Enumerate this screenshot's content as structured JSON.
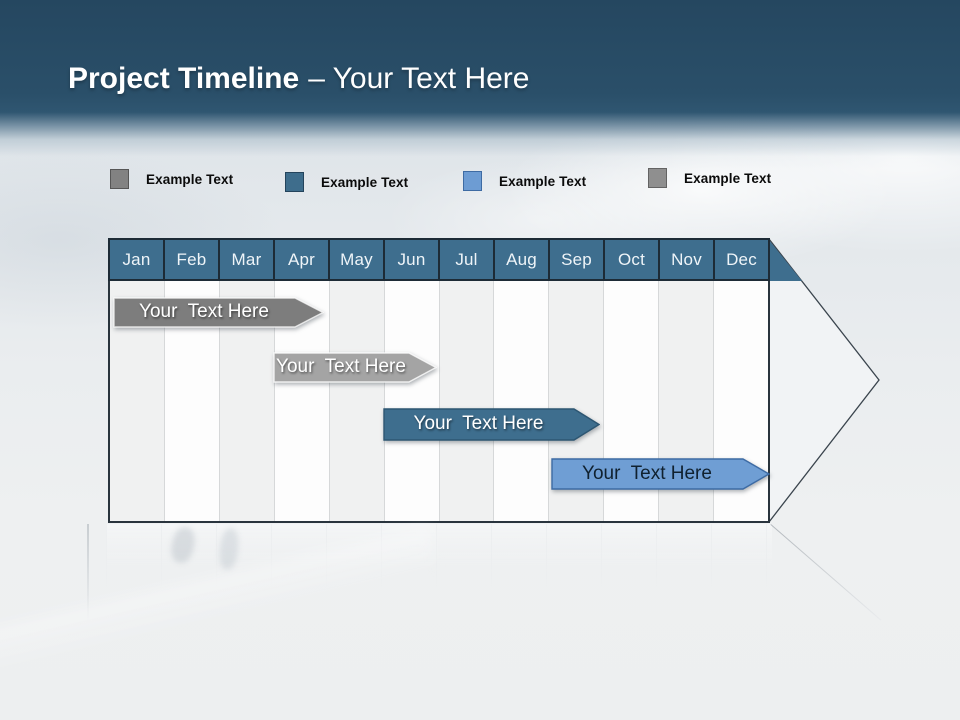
{
  "header": {
    "title_bold": "Project Timeline",
    "title_rest": "– Your Text Here"
  },
  "legend": {
    "items": [
      {
        "label": "Example Text",
        "color": "#828282",
        "border": "#565656"
      },
      {
        "label": "Example Text",
        "color": "#3e6d8c",
        "border": "#24445c"
      },
      {
        "label": "Example Text",
        "color": "#6d9cd3",
        "border": "#3e6ba3"
      },
      {
        "label": "Example Text",
        "color": "#8f8f8f",
        "border": "#636363"
      }
    ]
  },
  "timeline": {
    "bars": [
      {
        "label": "Your  Text Here",
        "color": "#7d7d7d",
        "border": "rgba(255,255,255,0.75)",
        "text_color": "#ffffff",
        "start": "Jan",
        "end": "Apr"
      },
      {
        "label": "Your  Text Here",
        "color": "#a4a4a4",
        "border": "rgba(255,255,255,0.80)",
        "text_color": "#ffffff",
        "start": "Apr",
        "end": "Jun"
      },
      {
        "label": "Your  Text Here",
        "color": "#3e6e8e",
        "border": "#2d5672",
        "text_color": "#ffffff",
        "start": "Jun",
        "end": "Sep"
      },
      {
        "label": "Your  Text Here",
        "color": "#6f9ed4",
        "border": "#3d6ba4",
        "text_color": "#10212f",
        "start": "Sep",
        "end": "Dec"
      }
    ]
  },
  "colors": {
    "header_band": "#2b506a",
    "month_header_fill": "#3e6e8e",
    "grid_line_dark": "#1d2b36",
    "column_alt_shade": "#f0f1f1",
    "arrow_head_fill": "#f1f3f5"
  },
  "chart_data": {
    "type": "gantt",
    "title": "Project Timeline – Your Text Here",
    "x_categories": [
      "Jan",
      "Feb",
      "Mar",
      "Apr",
      "May",
      "Jun",
      "Jul",
      "Aug",
      "Sep",
      "Oct",
      "Nov",
      "Dec"
    ],
    "series": [
      {
        "name": "Your Text Here",
        "row": 1,
        "start_month": "Jan",
        "end_month": "Apr",
        "color": "#7d7d7d"
      },
      {
        "name": "Your Text Here",
        "row": 2,
        "start_month": "Apr",
        "end_month": "Jun",
        "color": "#a4a4a4"
      },
      {
        "name": "Your Text Here",
        "row": 3,
        "start_month": "Jun",
        "end_month": "Sep",
        "color": "#3e6e8e"
      },
      {
        "name": "Your Text Here",
        "row": 4,
        "start_month": "Sep",
        "end_month": "Dec",
        "color": "#6f9ed4"
      }
    ],
    "legend": [
      {
        "label": "Example Text",
        "color": "#828282"
      },
      {
        "label": "Example Text",
        "color": "#3e6d8c"
      },
      {
        "label": "Example Text",
        "color": "#6d9cd3"
      },
      {
        "label": "Example Text",
        "color": "#8f8f8f"
      }
    ],
    "layout": {
      "columns_alternate_shading": true,
      "grid": true,
      "legend_position": "top",
      "arrow_head_right": true
    }
  }
}
